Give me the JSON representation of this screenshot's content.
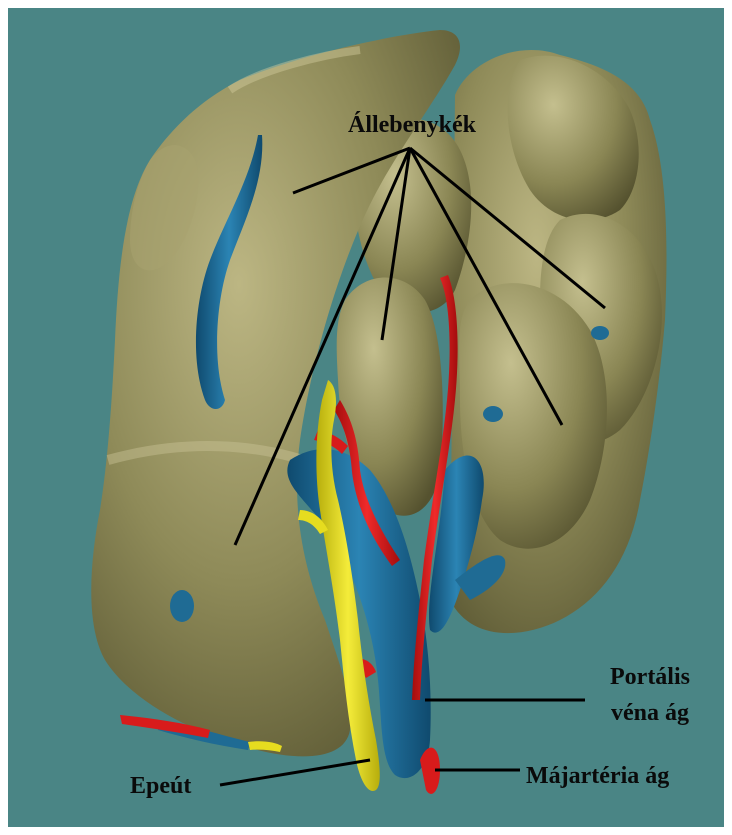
{
  "figure": {
    "background_color": "#4a8585",
    "liver_color": "#8a8654",
    "portal_vein_color": "#1f6b94",
    "artery_color": "#d81b1b",
    "bile_duct_color": "#e6dc1f"
  },
  "labels": {
    "lobules": "Állebenykék",
    "portal_vein_line1": "Portális",
    "portal_vein_line2": "véna ág",
    "artery": "Májartéria ág",
    "bile_duct": "Epeút"
  }
}
